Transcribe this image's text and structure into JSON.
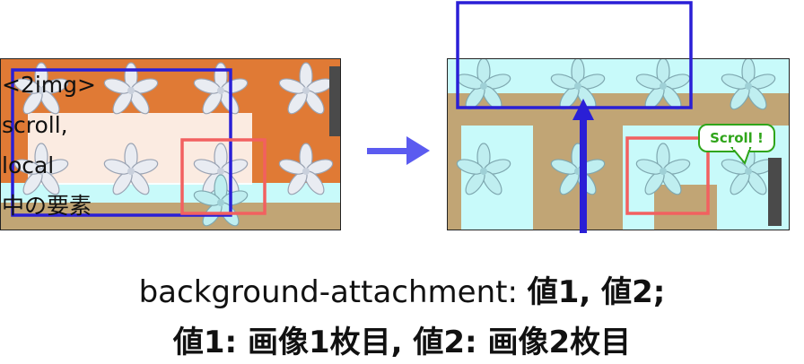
{
  "left_panel": {
    "text_lines": [
      "<2img>",
      "scroll,",
      "local",
      "中の要素"
    ]
  },
  "right_panel": {
    "bubble": "Scroll !"
  },
  "caption": {
    "line1_prefix": "background-attachment: ",
    "line1_values": "値1, 値2;",
    "line2": "値1: 画像1枚目, 値2: 画像2枚目"
  },
  "colors": {
    "blue": "#2a1fd6",
    "red": "#f26060",
    "orange": "#e07a35",
    "tan": "#c1a575",
    "cyan": "#c8fafa",
    "arrow": "#5b5bf0",
    "green": "#2fa51a",
    "scrollbar": "#4a4a4a"
  }
}
